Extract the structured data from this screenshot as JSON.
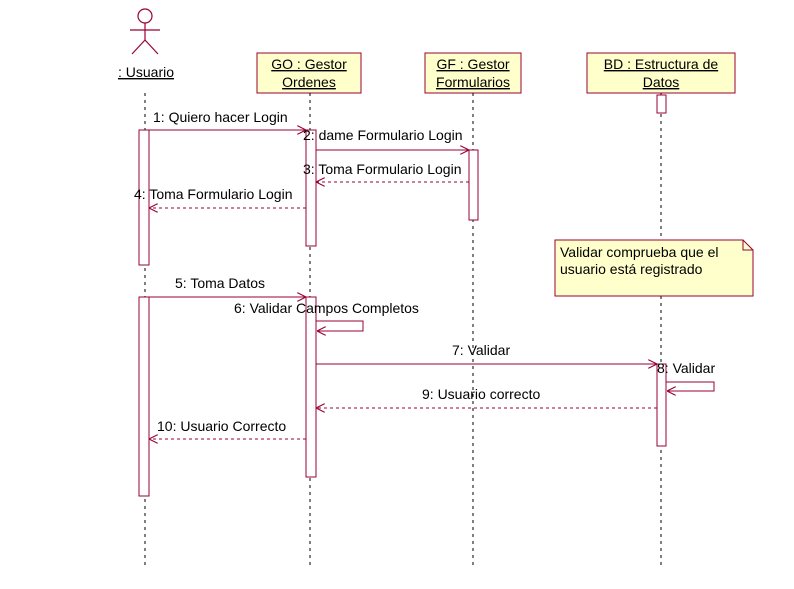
{
  "participants": {
    "usuario": {
      "label": ": Usuario"
    },
    "go": {
      "line1": "GO : Gestor",
      "line2": "Ordenes"
    },
    "gf": {
      "line1": "GF : Gestor",
      "line2": "Formularios"
    },
    "bd": {
      "line1": "BD : Estructura de",
      "line2": "Datos"
    }
  },
  "messages": [
    {
      "id": "m1",
      "label": "1: Quiero hacer Login"
    },
    {
      "id": "m2",
      "label": "2: dame Formulario Login"
    },
    {
      "id": "m3",
      "label": "3: Toma Formulario Login"
    },
    {
      "id": "m4",
      "label": "4: Toma Formulario Login"
    },
    {
      "id": "m5",
      "label": "5: Toma Datos"
    },
    {
      "id": "m6",
      "label": "6: Validar Campos Completos"
    },
    {
      "id": "m7",
      "label": "7: Validar"
    },
    {
      "id": "m8",
      "label": "8: Validar"
    },
    {
      "id": "m9",
      "label": "9: Usuario correcto"
    },
    {
      "id": "m10",
      "label": "10: Usuario Correcto"
    }
  ],
  "note": {
    "line1": "Validar comprueba que el",
    "line2": "usuario está registrado"
  },
  "colors": {
    "line": "#990033",
    "box_fill": "#ffffcc"
  }
}
